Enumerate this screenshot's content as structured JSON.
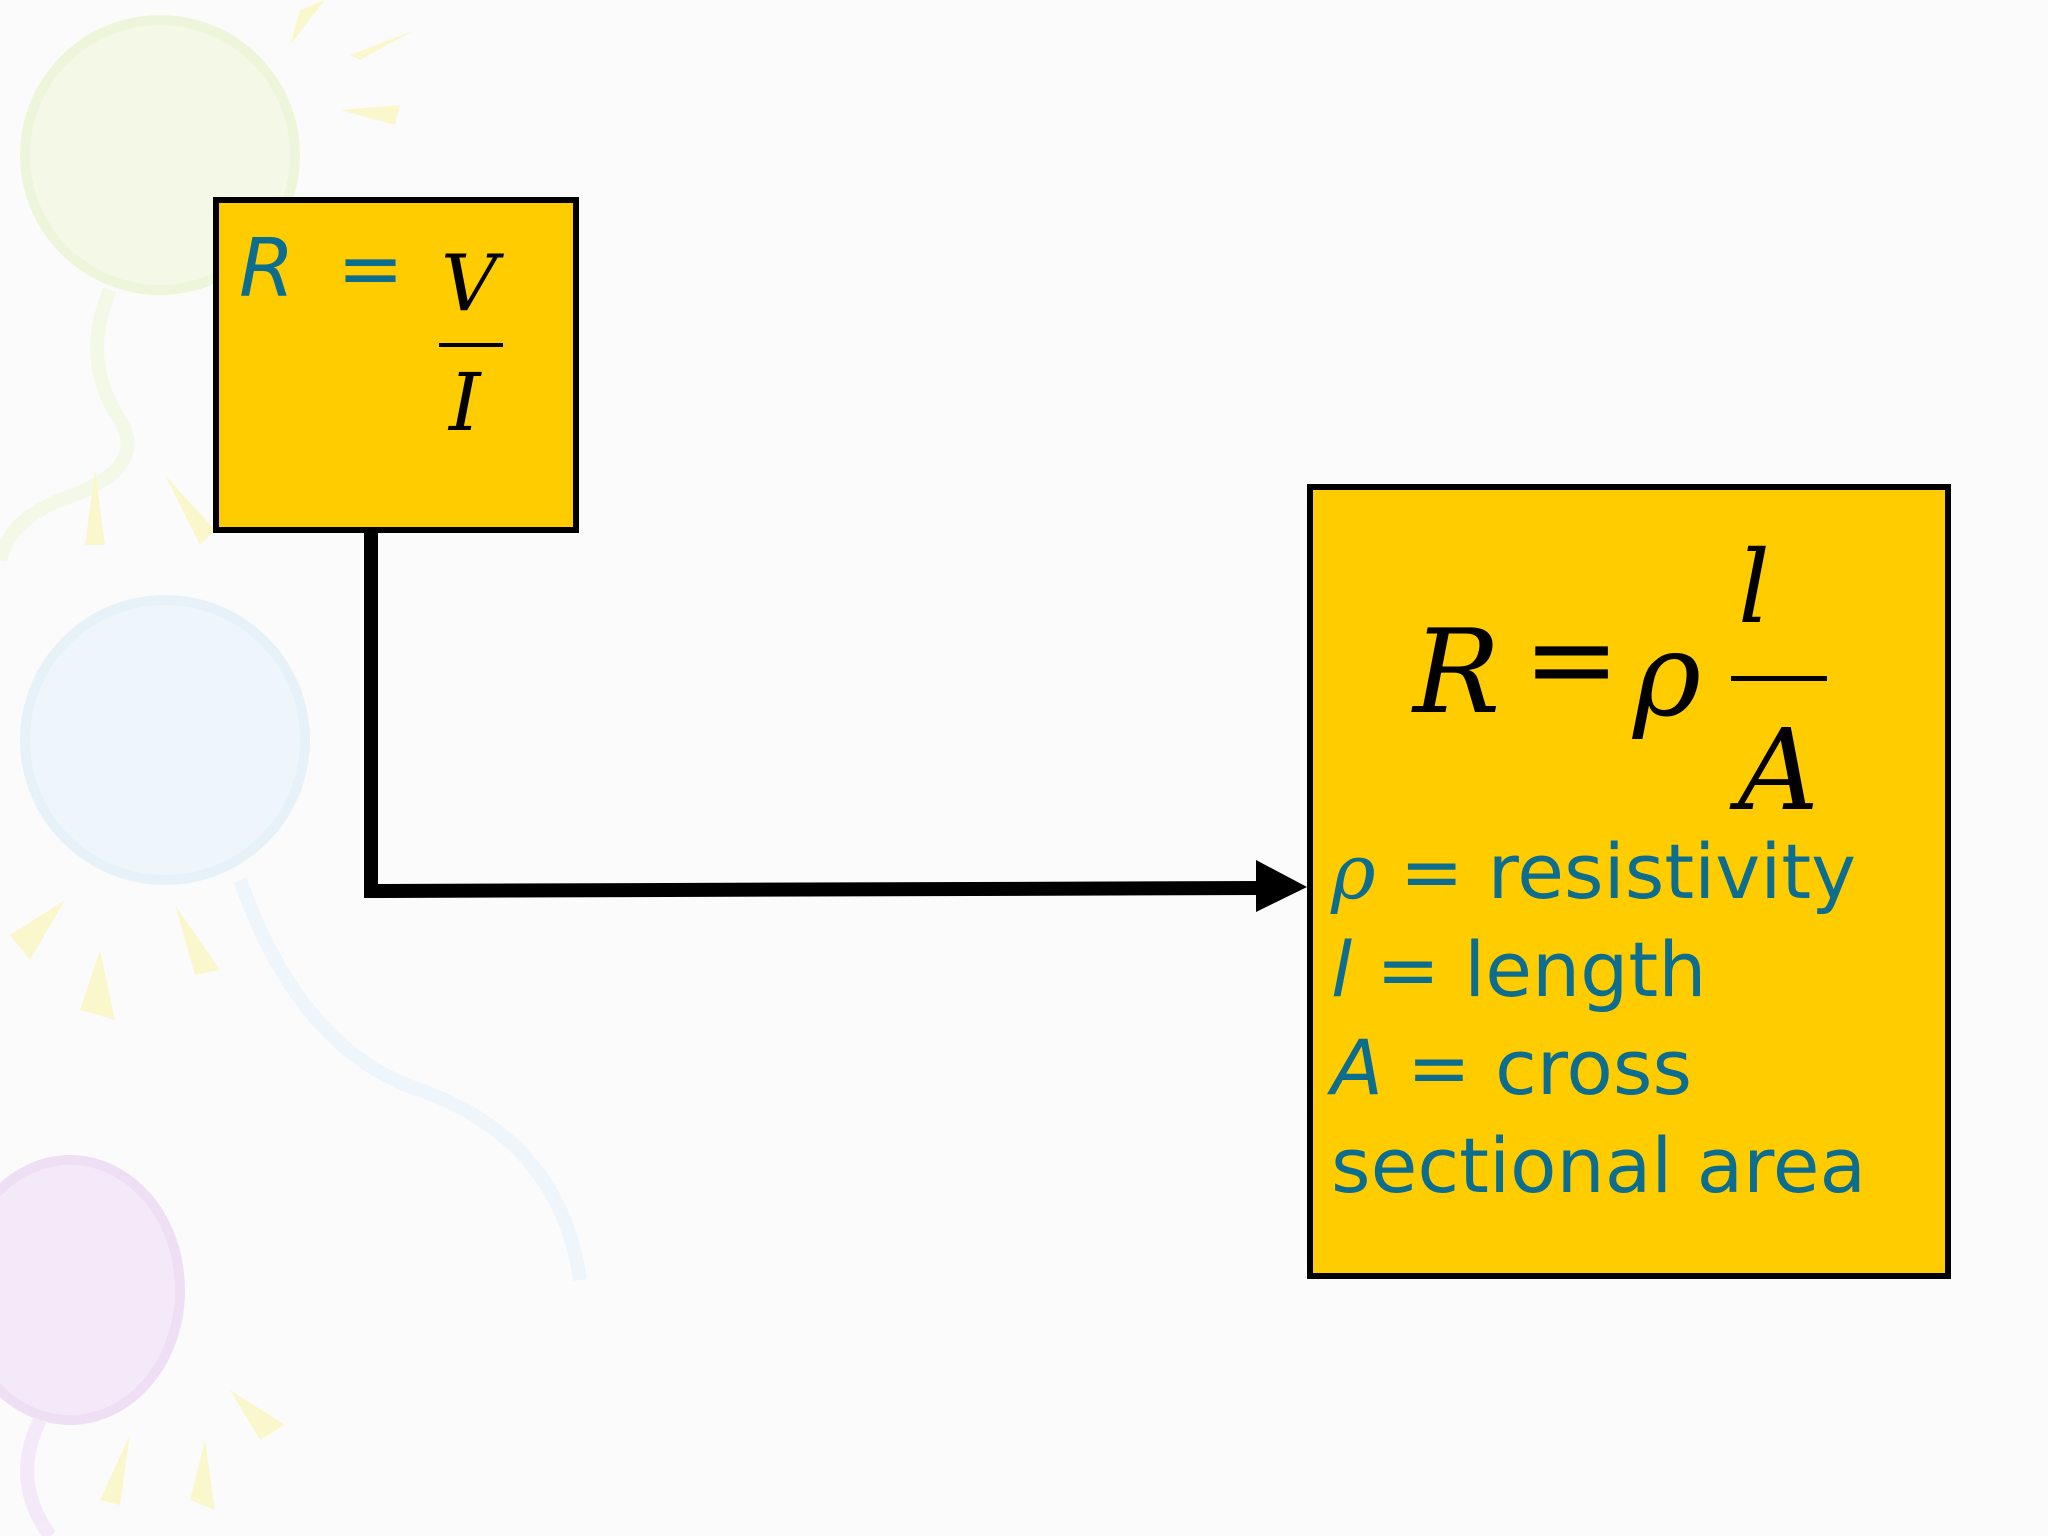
{
  "colors": {
    "box_fill": "#ffcc00",
    "box_border": "#000000",
    "text_teal": "#0c6d8f",
    "background": "#fbfbfb"
  },
  "left_box": {
    "lhs": "R",
    "equals": "=",
    "numerator": "V",
    "denominator": "I"
  },
  "right_box": {
    "formula": {
      "lhs": "R",
      "equals": "=",
      "rho": "ρ",
      "numerator": "l",
      "denominator": "A"
    },
    "definitions": [
      {
        "symbol": "ρ",
        "text": " = resistivity"
      },
      {
        "symbol": "l",
        "text": " = length"
      },
      {
        "symbol": "A",
        "text": " = cross"
      },
      {
        "symbol": "",
        "text": "sectional area"
      }
    ]
  },
  "connector": {
    "from": "left_box",
    "to": "right_box",
    "arrowhead": "end"
  }
}
